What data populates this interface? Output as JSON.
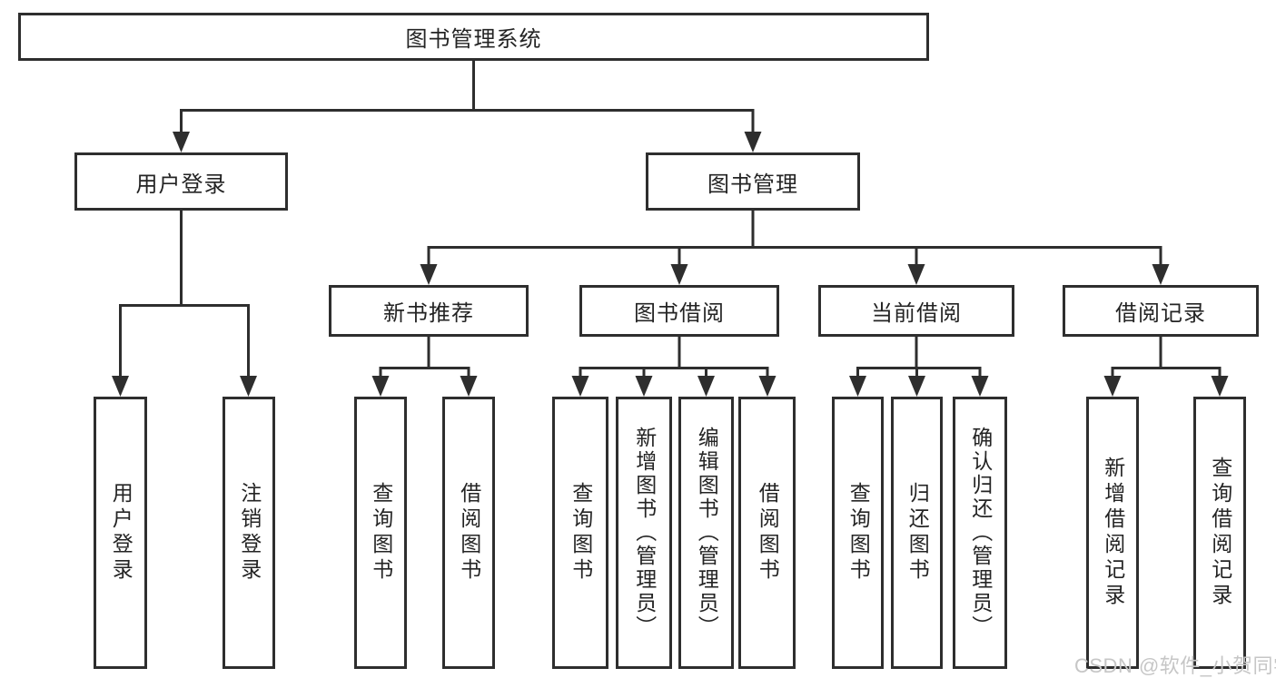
{
  "diagram": {
    "root": "图书管理系统",
    "level2": [
      {
        "label": "用户登录",
        "children": [
          "用户登录",
          "注销登录"
        ]
      },
      {
        "label": "图书管理",
        "children": [
          {
            "label": "新书推荐",
            "children": [
              "查询图书",
              "借阅图书"
            ]
          },
          {
            "label": "图书借阅",
            "children": [
              "查询图书",
              "新增图书（管理员）",
              "编辑图书（管理员）",
              "借阅图书"
            ]
          },
          {
            "label": "当前借阅",
            "children": [
              "查询图书",
              "归还图书",
              "确认归还（管理员）"
            ]
          },
          {
            "label": "借阅记录",
            "children": [
              "新增借阅记录",
              "查询借阅记录"
            ]
          }
        ]
      }
    ]
  },
  "watermark": {
    "text": "CSDN @软件_小贺同学"
  },
  "colors": {
    "line": "#2e2e2e",
    "border": "#2e2e2e",
    "fill": "#ffffff",
    "text": "#242424",
    "watermark": "#c6c6c6"
  }
}
